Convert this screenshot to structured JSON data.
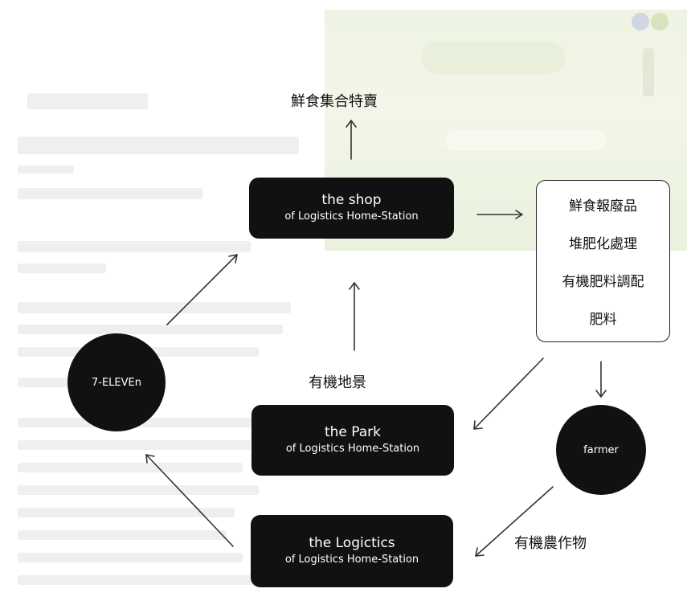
{
  "nodes": {
    "shop": {
      "title": "the shop",
      "subtitle": "of Logistics Home-Station"
    },
    "park": {
      "title": "the Park",
      "subtitle": "of Logistics Home-Station"
    },
    "logistics": {
      "title": "the Logictics",
      "subtitle": "of Logistics Home-Station"
    },
    "seven_eleven": {
      "label": "7-ELEVEn"
    },
    "farmer": {
      "label": "farmer"
    }
  },
  "process_box": {
    "items": [
      "鮮食報廢品",
      "堆肥化處理",
      "有機肥料調配",
      "肥料"
    ]
  },
  "labels": {
    "top": "鮮食集合特賣",
    "organic_landscape": "有機地景",
    "organic_crops": "有機農作物"
  },
  "colors": {
    "node_fill": "#111111",
    "node_text": "#ffffff",
    "arrow": "#333333"
  }
}
